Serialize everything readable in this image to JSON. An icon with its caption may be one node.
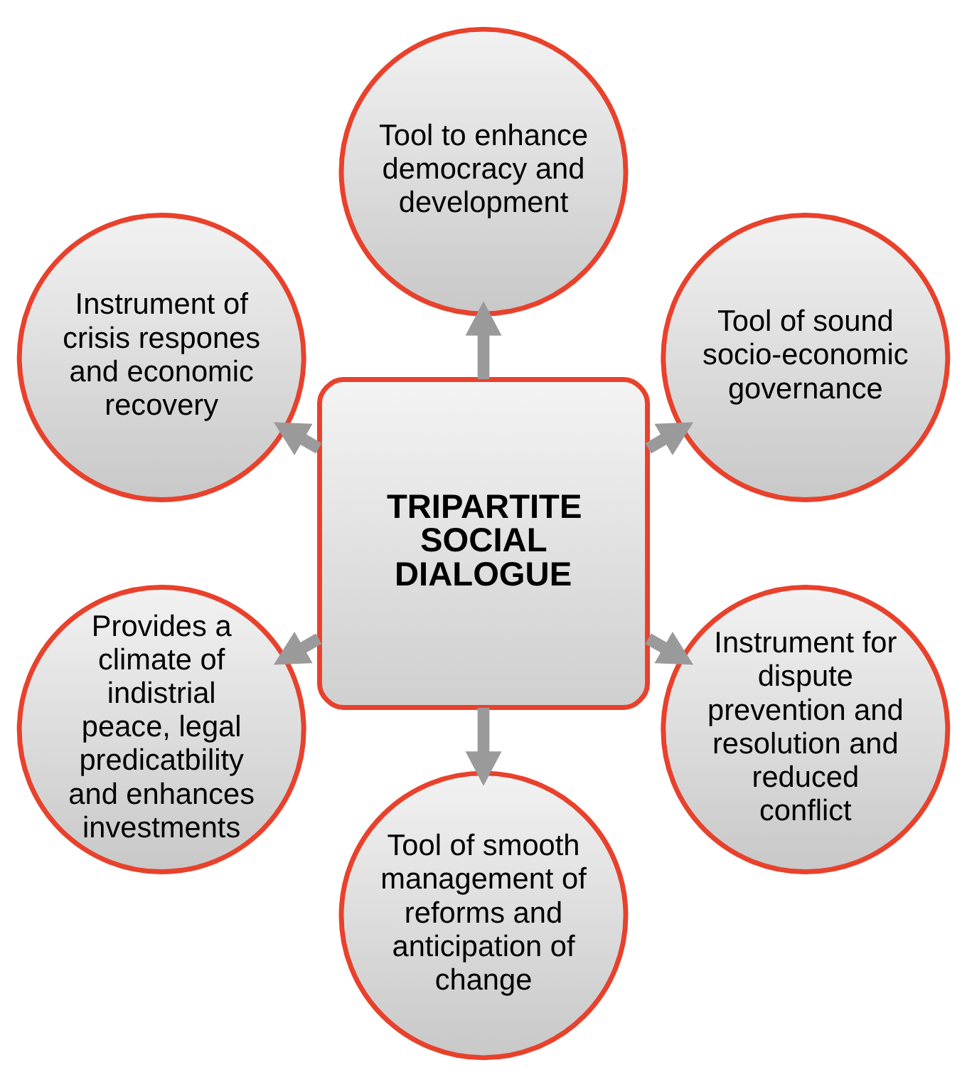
{
  "diagram": {
    "nodes": [
      {
        "text": [
          "Tool of sound socio-economic governance"
        ]
      },
      {
        "text": [
          "Tool to enhance democracy and development"
        ]
      },
      {
        "text": [
          "Instrument of crisis respones and economic recovery"
        ]
      },
      {
        "text": [
          "TRIPARTITE SOCIAL DIALOGUE"
        ]
      },
      {
        "text": [
          "Provides a climate of indistrial peace, legal predicatbility and enhances investments"
        ]
      },
      {
        "text": [
          "Tool of smooth management of reforms and anticipation of change"
        ]
      },
      {
        "text": [
          "Instrument for dispute prevention and resolution and reduced conflict"
        ]
      }
    ],
    "edges": [
      {
        "from": 3,
        "to": 0,
        "arrow": "to"
      },
      {
        "from": 3,
        "to": 1,
        "arrow": "to"
      },
      {
        "from": 3,
        "to": 2,
        "arrow": "to"
      },
      {
        "from": 3,
        "to": 4,
        "arrow": "to"
      },
      {
        "from": 3,
        "to": 5,
        "arrow": "to"
      },
      {
        "from": 3,
        "to": 6,
        "arrow": "to"
      }
    ]
  }
}
